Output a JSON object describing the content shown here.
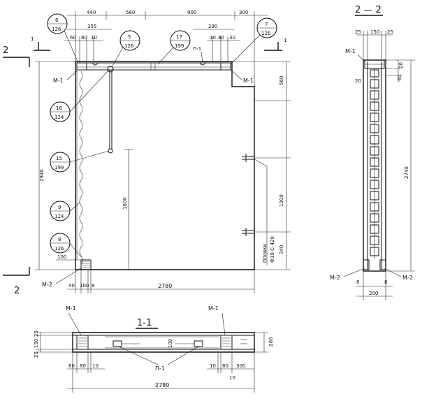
{
  "section_marks": {
    "two": "2",
    "one": "1",
    "section_2_2": "2 — 2",
    "section_1_1": "1-1"
  },
  "callouts": [
    {
      "top": "6",
      "bottom": "126"
    },
    {
      "top": "5",
      "bottom": "126"
    },
    {
      "top": "17",
      "bottom": "199"
    },
    {
      "top": "7",
      "bottom": "126"
    },
    {
      "top": "16",
      "bottom": "124"
    },
    {
      "top": "15",
      "bottom": "199"
    },
    {
      "top": "9",
      "bottom": "124"
    },
    {
      "top": "8",
      "bottom": "126"
    }
  ],
  "labels": {
    "m1": "М-1",
    "m2": "М-2",
    "p1": "П-1",
    "plaque_1": "Пловки",
    "plaque_2": "Ф10 С-420"
  },
  "dimensions": {
    "top_440": "440",
    "top_560": "560",
    "top_900": "900",
    "top_300": "300",
    "top_355": "355",
    "top_60": "60",
    "top_80": "80",
    "top_10": "10",
    "top_290": "290",
    "top_10b": "10",
    "top_80b": "80",
    "top_30": "30",
    "right_560": "560",
    "right_1000": "1000",
    "right_340": "340",
    "left_2940": "2940",
    "inner_1600": "1600",
    "bot_100": "100",
    "bot_40": "40",
    "bot_100b": "100",
    "bot_8": "8",
    "bot_2780": "2780",
    "s22_25": "25",
    "s22_150": "150",
    "s22_25b": "25",
    "s22_20": "20",
    "s22_40": "40",
    "s22_20b": "20",
    "s22_2740": "2740",
    "s22_8": "8",
    "s22_8b": "8",
    "s22_200": "200",
    "s11_25": "25",
    "s11_150": "150",
    "s11_25b": "25",
    "s11_100": "100",
    "s11_200": "200",
    "s11_60": "60",
    "s11_80": "80",
    "s11_10": "10",
    "s11_10b": "10",
    "s11_80b": "80",
    "s11_300": "300",
    "s11_10c": "10",
    "s11_2780": "2780"
  }
}
